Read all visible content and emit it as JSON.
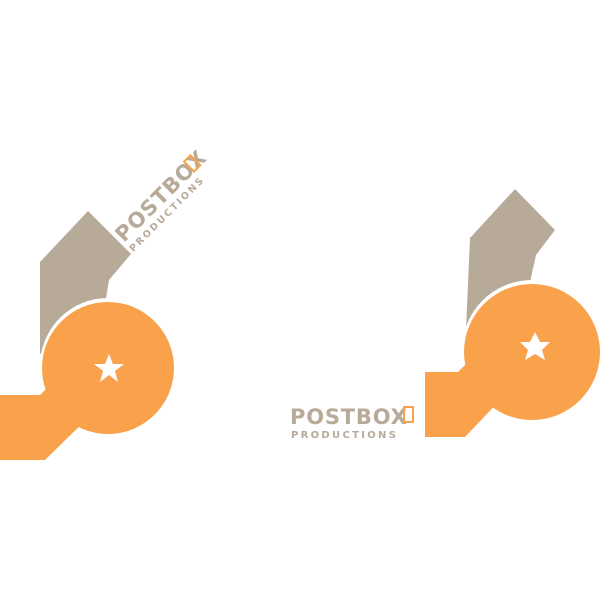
{
  "logos": [
    {
      "variant": "rotated",
      "brand_name": "POSTBOX",
      "brand_subtitle": "PRODUCTIONS"
    },
    {
      "variant": "horizontal",
      "brand_name": "POSTBOX",
      "brand_subtitle": "PRODUCTIONS"
    }
  ],
  "colors": {
    "orange": "#f9a24b",
    "taupe": "#b7aa99",
    "background": "#ffffff",
    "star": "#ffffff"
  },
  "icons": [
    "star-icon",
    "post-box-icon"
  ]
}
